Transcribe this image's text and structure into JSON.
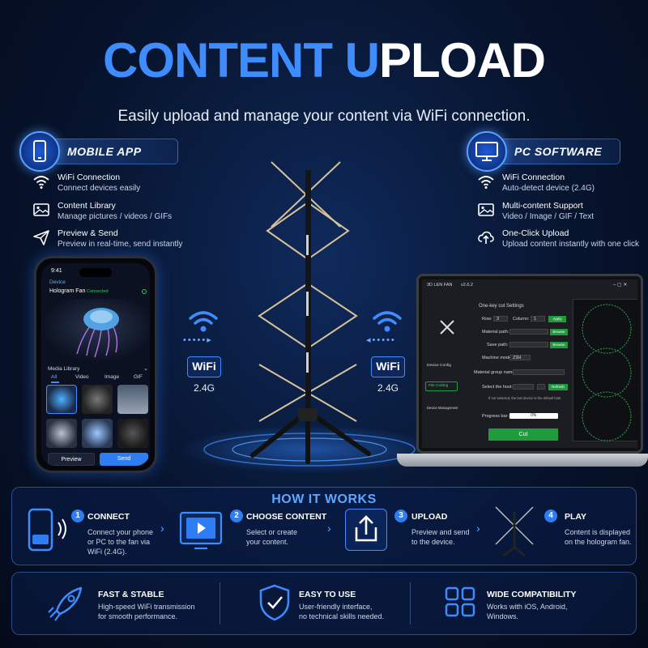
{
  "header": {
    "title_part1": "CONTENT U",
    "title_part2": "PLOAD",
    "subtitle": "Easily upload and manage your content via WiFi connection."
  },
  "mobile_app": {
    "label": "MOBILE APP",
    "features": [
      {
        "title": "WiFi Connection",
        "text": "Connect devices easily",
        "icon": "wifi-icon"
      },
      {
        "title": "Content Library",
        "text": "Manage pictures / videos / GIFs",
        "icon": "image-icon"
      },
      {
        "title": "Preview & Send",
        "text": "Preview in real-time, send instantly",
        "icon": "send-icon"
      }
    ]
  },
  "pc_software": {
    "label": "PC SOFTWARE",
    "features": [
      {
        "title": "WiFi Connection",
        "text": "Auto-detect device (2.4G)",
        "icon": "wifi-icon"
      },
      {
        "title": "Multi-content Support",
        "text": "Video / Image / GIF / Text",
        "icon": "image-icon"
      },
      {
        "title": "One-Click Upload",
        "text": "Upload content instantly with one click",
        "icon": "cloud-upload-icon"
      }
    ]
  },
  "phone": {
    "time": "9:41",
    "nav": "Device",
    "device_name": "Hologram Fan",
    "status": "Connected",
    "library_label": "Media Library",
    "tabs": [
      "All",
      "Video",
      "Image",
      "GIF"
    ],
    "preview_label": "Preview",
    "send_label": "Send"
  },
  "pc_app": {
    "app_name": "3D LEN FAN",
    "version": "v2.6.2",
    "section_title": "One-key cut Settings",
    "row_label": "Row:",
    "row_value": "3",
    "column_label": "Column:",
    "column_value": "1",
    "apply_label": "Apply",
    "material_path_label": "Material path:",
    "save_path_label": "Save path:",
    "browse_label": "Browse",
    "machine_model_label": "Machine model:",
    "machine_model_value": "Z3H",
    "material_group_label": "Material group name:",
    "select_host_label": "Select the host:",
    "refresh_label": "Refresh",
    "host_note": "If not selected, the last device is the default host",
    "progress_label": "Progress bar:",
    "progress_value": "0%",
    "cut_label": "Cut",
    "sidebar": [
      "Device Config",
      "File Cutting",
      "Device Management"
    ]
  },
  "wifi": {
    "label": "WiFi",
    "freq": "2.4G"
  },
  "how_it_works": {
    "title": "HOW IT WORKS",
    "steps": [
      {
        "num": "1",
        "title": "CONNECT",
        "text": [
          "Connect your phone",
          "or PC to the fan via",
          "WiFi (2.4G)."
        ]
      },
      {
        "num": "2",
        "title": "CHOOSE CONTENT",
        "text": [
          "Select or create",
          "your content."
        ]
      },
      {
        "num": "3",
        "title": "UPLOAD",
        "text": [
          "Preview and send",
          "to the device."
        ]
      },
      {
        "num": "4",
        "title": "PLAY",
        "text": [
          "Content is displayed",
          "on the hologram fan."
        ]
      }
    ]
  },
  "benefits": [
    {
      "title": "FAST & STABLE",
      "text": [
        "High-speed WiFi transmission",
        "for smooth performance."
      ],
      "icon": "rocket-icon"
    },
    {
      "title": "EASY TO USE",
      "text": [
        "User-friendly interface,",
        "no technical skills needed."
      ],
      "icon": "shield-check-icon"
    },
    {
      "title": "WIDE COMPATIBILITY",
      "text": [
        "Works with iOS, Android,",
        "Windows."
      ],
      "icon": "grid-icon"
    }
  ],
  "colors": {
    "accent": "#3f8cff",
    "background": "#07142e",
    "success": "#1e9b3c",
    "send_button": "#2f7df2"
  }
}
